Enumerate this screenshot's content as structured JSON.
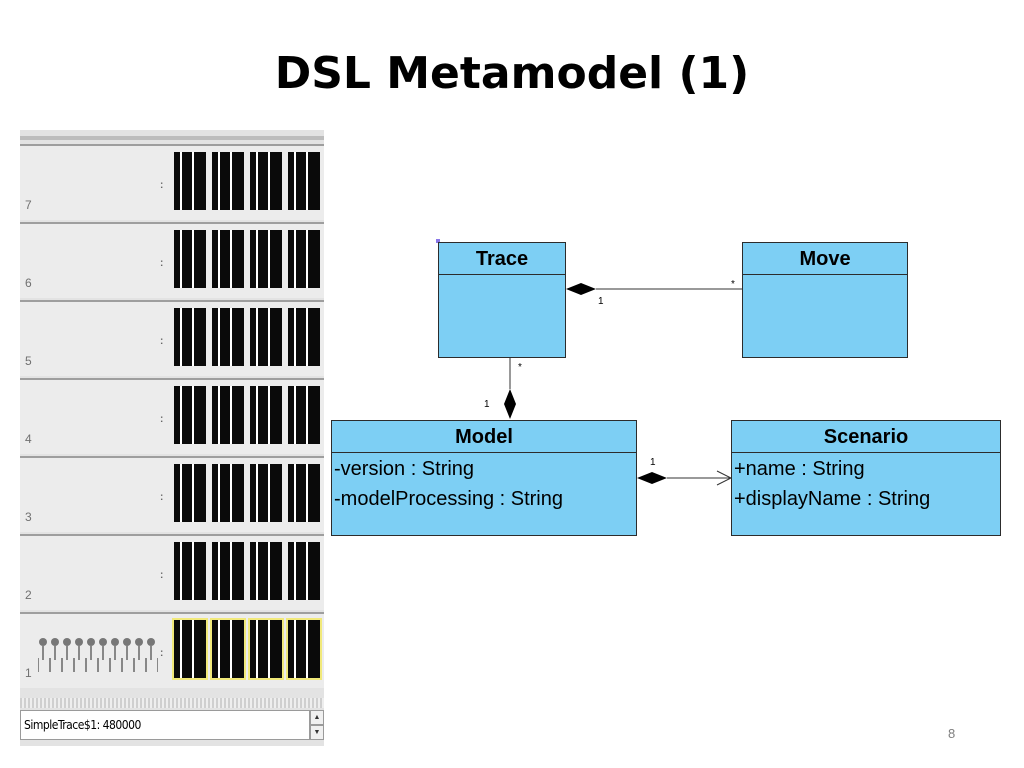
{
  "slide": {
    "title": "DSL Metamodel (1)",
    "page_number": "8"
  },
  "board": {
    "rows": [
      {
        "label": "7"
      },
      {
        "label": "6"
      },
      {
        "label": "5"
      },
      {
        "label": "4"
      },
      {
        "label": "3"
      },
      {
        "label": "2"
      },
      {
        "label": "1"
      }
    ],
    "row_marker": ":",
    "status_text": "SimpleTrace$1: 480000",
    "spin_up": "▲",
    "spin_down": "▼"
  },
  "diagram": {
    "classes": {
      "trace": {
        "name": "Trace",
        "attributes": []
      },
      "move": {
        "name": "Move",
        "attributes": []
      },
      "model": {
        "name": "Model",
        "attributes": [
          "-version : String",
          "-modelProcessing : String"
        ]
      },
      "scenario": {
        "name": "Scenario",
        "attributes": [
          "+name : String",
          "+displayName : String"
        ]
      }
    },
    "associations": {
      "trace_move": {
        "source_multiplicity": "1",
        "target_multiplicity": "*"
      },
      "model_trace": {
        "source_multiplicity": "1",
        "target_multiplicity": "*"
      },
      "model_scenario": {
        "source_multiplicity": "1"
      }
    }
  }
}
